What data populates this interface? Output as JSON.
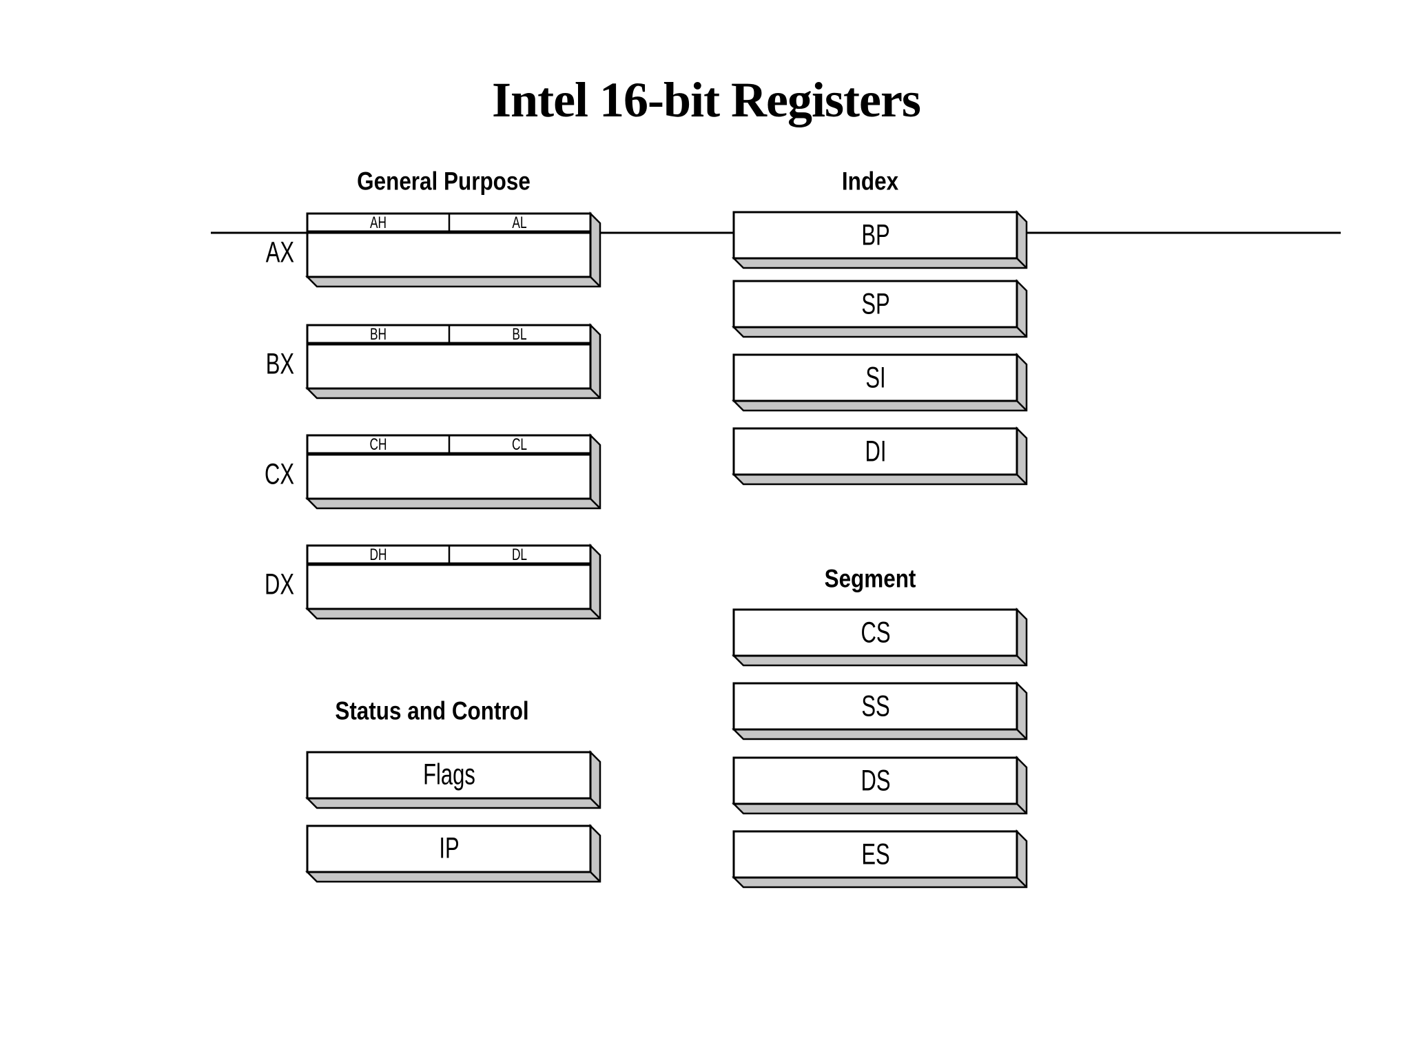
{
  "title": "Intel 16-bit Registers",
  "sections": {
    "general_purpose": {
      "heading": "General Purpose",
      "registers": [
        {
          "name": "AX",
          "high": "AH",
          "low": "AL"
        },
        {
          "name": "BX",
          "high": "BH",
          "low": "BL"
        },
        {
          "name": "CX",
          "high": "CH",
          "low": "CL"
        },
        {
          "name": "DX",
          "high": "DH",
          "low": "DL"
        }
      ]
    },
    "index": {
      "heading": "Index",
      "registers": [
        {
          "name": "BP"
        },
        {
          "name": "SP"
        },
        {
          "name": "SI"
        },
        {
          "name": "DI"
        }
      ]
    },
    "segment": {
      "heading": "Segment",
      "registers": [
        {
          "name": "CS"
        },
        {
          "name": "SS"
        },
        {
          "name": "DS"
        },
        {
          "name": "ES"
        }
      ]
    },
    "status_control": {
      "heading": "Status and Control",
      "registers": [
        {
          "name": "Flags"
        },
        {
          "name": "IP"
        }
      ]
    }
  },
  "colors": {
    "ink": "#000000",
    "face": "#ffffff",
    "extrusion": "#c6c6c6",
    "bg": "#ffffff"
  }
}
